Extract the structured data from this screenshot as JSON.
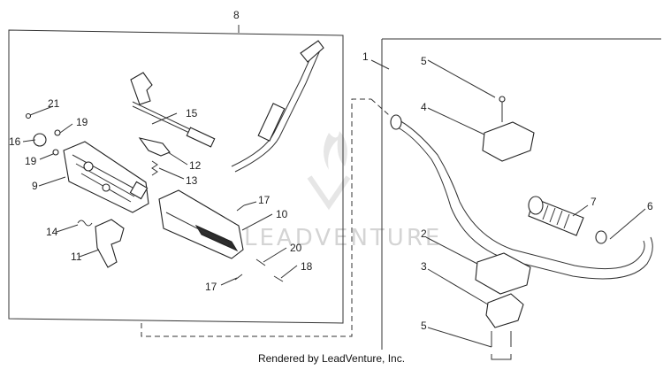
{
  "callouts": [
    "1",
    "2",
    "3",
    "4",
    "5",
    "5",
    "6",
    "7",
    "8",
    "9",
    "10",
    "11",
    "12",
    "13",
    "14",
    "15",
    "16",
    "17",
    "17",
    "18",
    "19",
    "19",
    "20",
    "21"
  ],
  "watermark": "LEADVENTURE",
  "footer": "Rendered by LeadVenture, Inc."
}
